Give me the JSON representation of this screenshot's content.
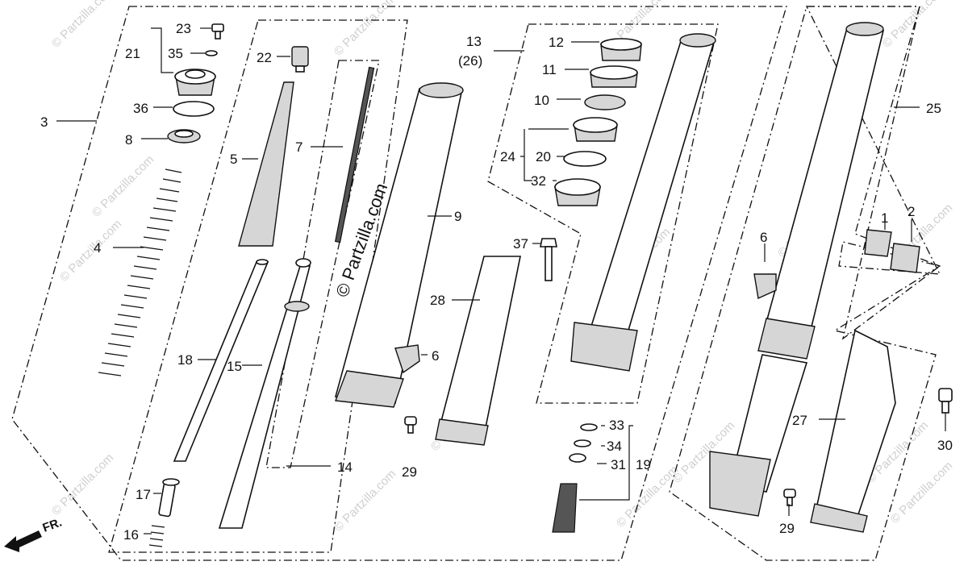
{
  "diagram": {
    "part_labels": [
      "1",
      "2",
      "3",
      "4",
      "5",
      "6",
      "6",
      "7",
      "8",
      "9",
      "10",
      "11",
      "12",
      "13",
      "(26)",
      "14",
      "15",
      "16",
      "17",
      "18",
      "19",
      "20",
      "21",
      "22",
      "23",
      "24",
      "25",
      "27",
      "28",
      "29",
      "29",
      "30",
      "31",
      "32",
      "33",
      "34",
      "35",
      "36",
      "37"
    ],
    "watermark": "© Partzilla.com",
    "direction_label": "FR."
  }
}
